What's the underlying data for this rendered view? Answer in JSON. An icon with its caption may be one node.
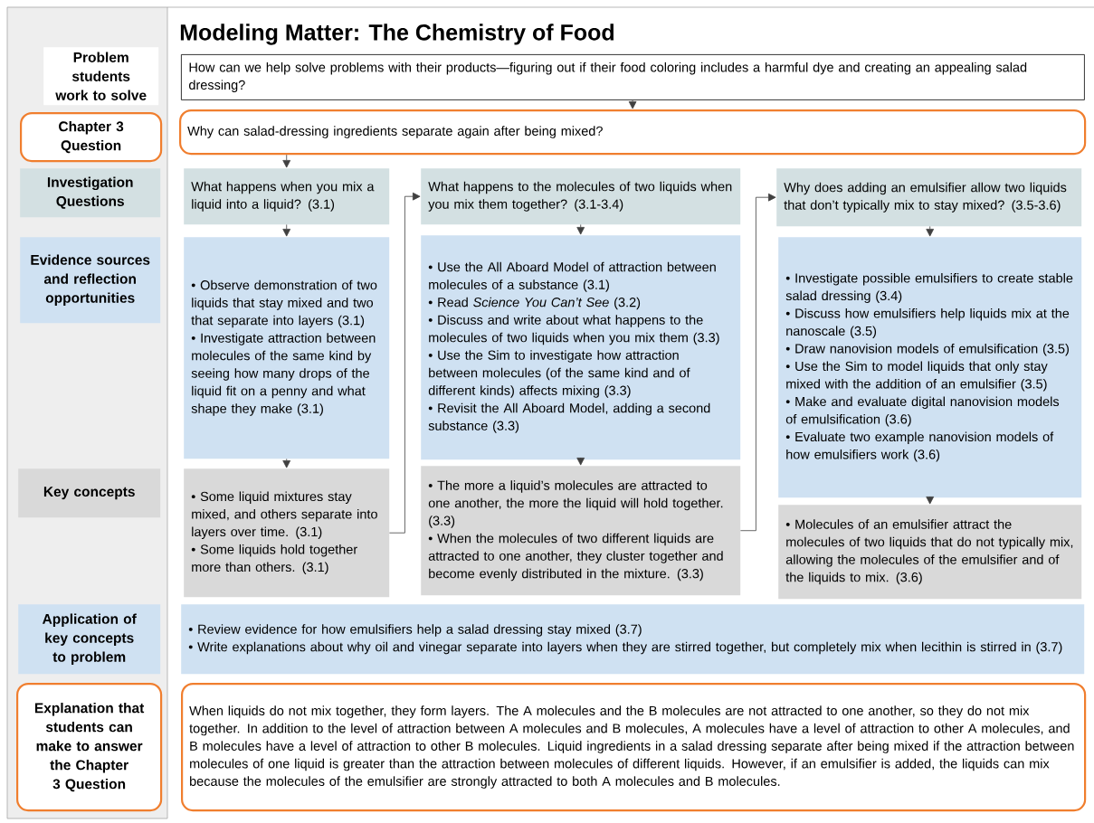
{
  "diagram": {
    "title": "Modeling Matter: The Chemistry of Food",
    "nodes": [
      {
        "text": [
          "Problem students work to solve"
        ]
      },
      {
        "text": [
          "Chapter 3 Question"
        ]
      },
      {
        "text": [
          "Investigation Questions"
        ]
      },
      {
        "text": [
          "Evidence sources and reflection opportunities"
        ]
      },
      {
        "text": [
          "Key concepts"
        ]
      },
      {
        "text": [
          "Application of key concepts to problem"
        ]
      },
      {
        "text": [
          "Explanation that students can make to answer the Chapter 3 Question"
        ]
      },
      {
        "text": [
          "How can we help solve problems with their products—figuring out if their food coloring includes a harmful dye and creating an appealing salad dressing?"
        ]
      },
      {
        "text": [
          "Why can salad-dressing ingredients separate again after being mixed?"
        ]
      },
      {
        "text": [
          "What happens when you mix a liquid into a liquid? (3.1)"
        ]
      },
      {
        "text": [
          "What happens to the molecules of two liquids when you mix them together? (3.1-3.4)"
        ]
      },
      {
        "text": [
          "Why does adding an emulsifier allow two liquids that don’t typically mix to stay mixed? (3.5-3.6)"
        ]
      },
      {
        "text": [
          "• Observe demonstration of two liquids that stay mixed and two that separate into layers (3.1)",
          "• Investigate attraction between molecules of the same kind by seeing how many drops of the liquid fit on a penny and what shape they make (3.1)"
        ]
      },
      {
        "text": [
          "• Use the All Aboard Model of attraction between molecules of a substance (3.1)",
          "• Read *Science You Can’t See* (3.2)",
          "• Discuss and write about what happens to the molecules of two liquids when you mix them (3.3)",
          "• Use the Sim to investigate how attraction between molecules (of the same kind and of different kinds) affects mixing (3.3)",
          "• Revisit the All Aboard Model, adding a second substance (3.3)"
        ]
      },
      {
        "text": [
          "• Investigate possible emulsifiers to create stable salad dressing (3.4)",
          "• Discuss how emulsifiers help liquids mix at the nanoscale (3.5)",
          "• Draw nanovision models of emulsification (3.5)",
          "• Use the Sim to model liquids that only stay mixed with the addition of an emulsifier (3.5)",
          "• Make and evaluate digital nanovision models of emulsification (3.6)",
          "• Evaluate two example nanovision models of how emulsifiers work (3.6)"
        ]
      },
      {
        "text": [
          "• Some liquid mixtures stay mixed, and others separate into layers over time. (3.1)",
          "• Some liquids hold together more than others. (3.1)"
        ]
      },
      {
        "text": [
          "• The more a liquid’s molecules are attracted to one another, the more the liquid will hold together. (3.3)",
          "• When the molecules of two different liquids are attracted to one another, they cluster together and become evenly distributed in the mixture. (3.3)"
        ]
      },
      {
        "text": [
          "• Molecules of an emulsifier attract the molecules of two liquids that do not typically mix, allowing the molecules of the emulsifier and of the liquids to mix. (3.6)"
        ]
      },
      {
        "text": [
          "• Review evidence for how emulsifiers help a salad dressing stay mixed (3.7)",
          "• Write explanations about why oil and vinegar separate into layers when they are stirred together, but completely mix when lecithin is stirred in (3.7)"
        ]
      },
      {
        "text": [
          "When liquids do not mix together, they form layers. The A molecules and the B molecules are not attracted to one another, so they do not mix together. In addition to the level of attraction between A molecules and B molecules, A molecules have a level of attraction to other A molecules, and B molecules have a level of attraction to other B molecules. Liquid ingredients in a salad dressing separate after being mixed if the attraction between molecules of one liquid is greater than the attraction between molecules of different liquids. However, if an emulsifier is added, the liquids can mix because the molecules of the emulsifier are strongly attracted to both A molecules and B molecules."
        ]
      }
    ],
    "edges": [
      {
        "from": 7,
        "to": 8,
        "arrow": "to"
      },
      {
        "from": 8,
        "to": 9,
        "arrow": "to"
      },
      {
        "from": 9,
        "to": 12,
        "arrow": "to"
      },
      {
        "from": 12,
        "to": 15,
        "arrow": "to"
      },
      {
        "from": 15,
        "to": 10,
        "arrow": "to"
      },
      {
        "from": 10,
        "to": 13,
        "arrow": "to"
      },
      {
        "from": 13,
        "to": 16,
        "arrow": "to"
      },
      {
        "from": 16,
        "to": 11,
        "arrow": "to"
      },
      {
        "from": 11,
        "to": 14,
        "arrow": "to"
      },
      {
        "from": 14,
        "to": 17,
        "arrow": "to"
      }
    ]
  }
}
